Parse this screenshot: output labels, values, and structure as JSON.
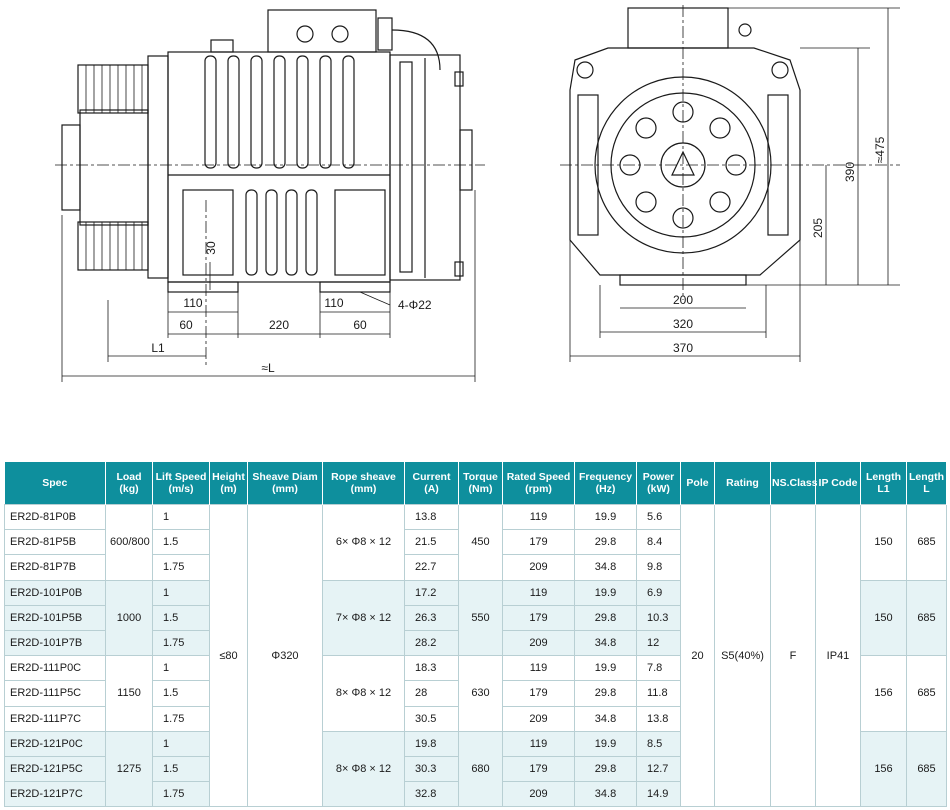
{
  "drawing": {
    "front": {
      "d110a": "110",
      "d110b": "110",
      "d60a": "60",
      "d220": "220",
      "d60b": "60",
      "d30": "30",
      "holes": "4-Φ22",
      "l1": "L1",
      "total": "≈L"
    },
    "side": {
      "d200": "200",
      "d320": "320",
      "d370": "370",
      "d205": "205",
      "d390": "390",
      "d475": "≈475"
    }
  },
  "table": {
    "headers": [
      "Spec",
      "Load (kg)",
      "Lift Speed (m/s)",
      "Height (m)",
      "Sheave Diam (mm)",
      "Rope sheave (mm)",
      "Current (A)",
      "Torque (Nm)",
      "Rated Speed (rpm)",
      "Frequency (Hz)",
      "Power (kW)",
      "Pole",
      "Rating",
      "NS.Class",
      "IP Code",
      "Length L1",
      "Length L"
    ],
    "shared": {
      "height": "≤80",
      "sheave": "Φ320",
      "pole": "20",
      "rating": "S5(40%)",
      "ns_class": "F",
      "ip": "IP41"
    },
    "groups": [
      {
        "load": "600/800",
        "rope": "6× Φ8 × 12",
        "torque": "450",
        "l1": "150",
        "l": "685",
        "rows": [
          {
            "spec": "ER2D-81P0B",
            "speed": "1",
            "current": "13.8",
            "rpm": "119",
            "freq": "19.9",
            "power": "5.6"
          },
          {
            "spec": "ER2D-81P5B",
            "speed": "1.5",
            "current": "21.5",
            "rpm": "179",
            "freq": "29.8",
            "power": "8.4"
          },
          {
            "spec": "ER2D-81P7B",
            "speed": "1.75",
            "current": "22.7",
            "rpm": "209",
            "freq": "34.8",
            "power": "9.8"
          }
        ]
      },
      {
        "load": "1000",
        "rope": "7× Φ8 × 12",
        "torque": "550",
        "l1": "150",
        "l": "685",
        "rows": [
          {
            "spec": "ER2D-101P0B",
            "speed": "1",
            "current": "17.2",
            "rpm": "119",
            "freq": "19.9",
            "power": "6.9"
          },
          {
            "spec": "ER2D-101P5B",
            "speed": "1.5",
            "current": "26.3",
            "rpm": "179",
            "freq": "29.8",
            "power": "10.3"
          },
          {
            "spec": "ER2D-101P7B",
            "speed": "1.75",
            "current": "28.2",
            "rpm": "209",
            "freq": "34.8",
            "power": "12"
          }
        ]
      },
      {
        "load": "1150",
        "rope": "8× Φ8 × 12",
        "torque": "630",
        "l1": "156",
        "l": "685",
        "rows": [
          {
            "spec": "ER2D-111P0C",
            "speed": "1",
            "current": "18.3",
            "rpm": "119",
            "freq": "19.9",
            "power": "7.8"
          },
          {
            "spec": "ER2D-111P5C",
            "speed": "1.5",
            "current": "28",
            "rpm": "179",
            "freq": "29.8",
            "power": "11.8"
          },
          {
            "spec": "ER2D-111P7C",
            "speed": "1.75",
            "current": "30.5",
            "rpm": "209",
            "freq": "34.8",
            "power": "13.8"
          }
        ]
      },
      {
        "load": "1275",
        "rope": "8× Φ8 × 12",
        "torque": "680",
        "l1": "156",
        "l": "685",
        "rows": [
          {
            "spec": "ER2D-121P0C",
            "speed": "1",
            "current": "19.8",
            "rpm": "119",
            "freq": "19.9",
            "power": "8.5"
          },
          {
            "spec": "ER2D-121P5C",
            "speed": "1.5",
            "current": "30.3",
            "rpm": "179",
            "freq": "29.8",
            "power": "12.7"
          },
          {
            "spec": "ER2D-121P7C",
            "speed": "1.75",
            "current": "32.8",
            "rpm": "209",
            "freq": "34.8",
            "power": "14.9"
          }
        ]
      }
    ]
  }
}
